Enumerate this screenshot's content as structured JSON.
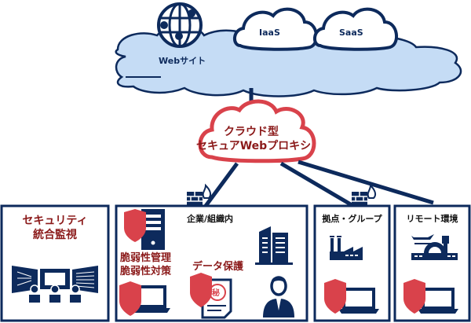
{
  "colors": {
    "navy": "#0d2a5c",
    "sky_fill": "#c5dcf5",
    "red_accent": "#d9424b",
    "red_text": "#8b1a1a"
  },
  "internet": {
    "website_label": "Webサイト",
    "iaas_label": "IaaS",
    "saas_label": "SaaS"
  },
  "proxy": {
    "line1": "クラウド型",
    "line2": "セキュアWebプロキシ"
  },
  "zones": {
    "soc": {
      "line1": "セキュリティ",
      "line2": "統合監視"
    },
    "corporate": {
      "title": "企業/組織内",
      "vuln_line1": "脆弱性管理",
      "vuln_line2": "脆弱性対策",
      "data_protection": "データ保護",
      "secret_mark": "秘"
    },
    "branch": {
      "title": "拠点・グループ"
    },
    "remote": {
      "title": "リモート環境"
    }
  }
}
